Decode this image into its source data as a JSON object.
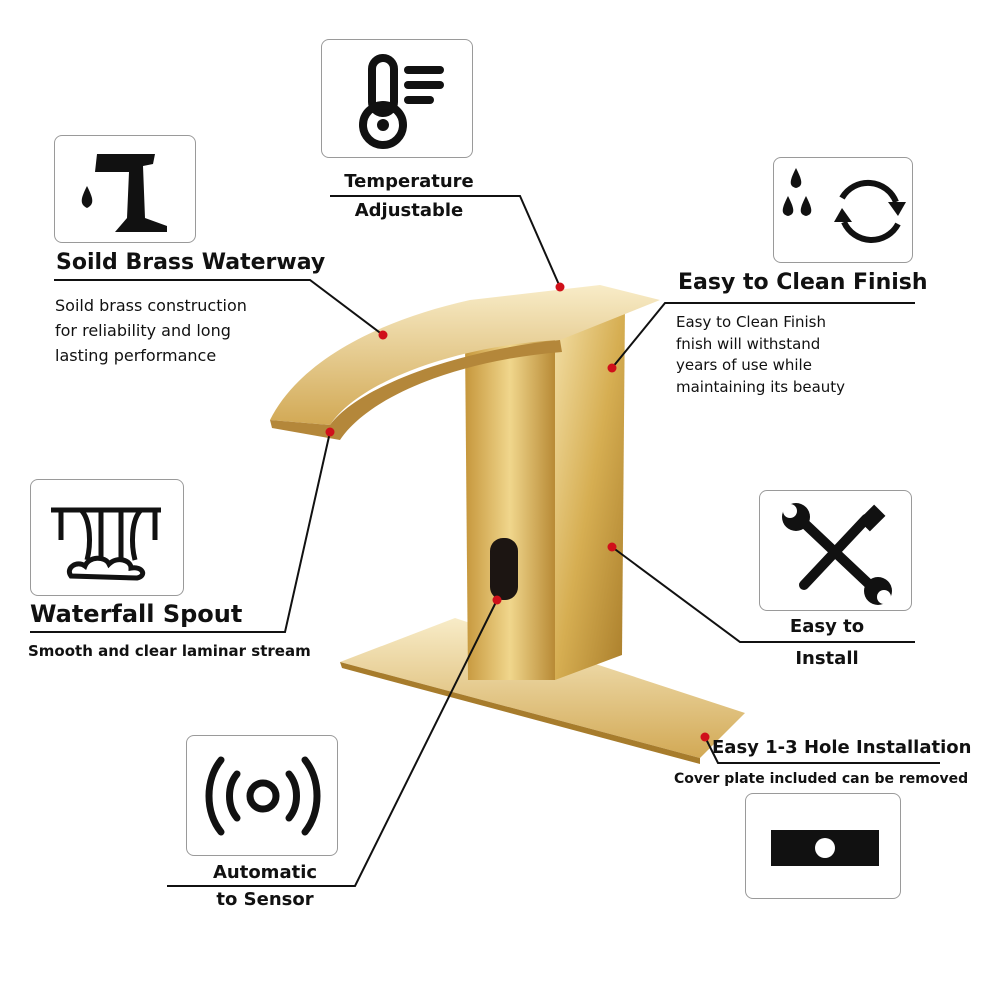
{
  "features": {
    "temperature": {
      "title_line1": "Temperature",
      "title_line2": "Adjustable",
      "icon": "thermometer-icon"
    },
    "brass": {
      "title": "Soild Brass Waterway",
      "desc": [
        "Soild brass construction",
        "for reliability and long",
        "lasting  performance"
      ],
      "icon": "brass-pipe-icon"
    },
    "clean": {
      "title": "Easy to Clean Finish",
      "desc": [
        "Easy to Clean Finish",
        "fnish will withstand",
        "years of use while",
        "maintaining its beauty"
      ],
      "icon": "drops-refresh-icon"
    },
    "waterfall": {
      "title": "Waterfall Spout",
      "desc": "Smooth and clear laminar stream",
      "icon": "waterfall-icon"
    },
    "install": {
      "title_line1": "Easy to",
      "title_line2": "Install",
      "icon": "wrench-screwdriver-icon"
    },
    "sensor": {
      "title_line1": "Automatic",
      "title_line2": "to Sensor",
      "icon": "sensor-waves-icon"
    },
    "hole": {
      "title": "Easy 1-3 Hole Installation",
      "desc": "Cover plate included can be removed",
      "icon": "cover-plate-icon"
    }
  },
  "colors": {
    "gold": "#d9b45a",
    "dot": "#d0101a",
    "text": "#111111"
  }
}
